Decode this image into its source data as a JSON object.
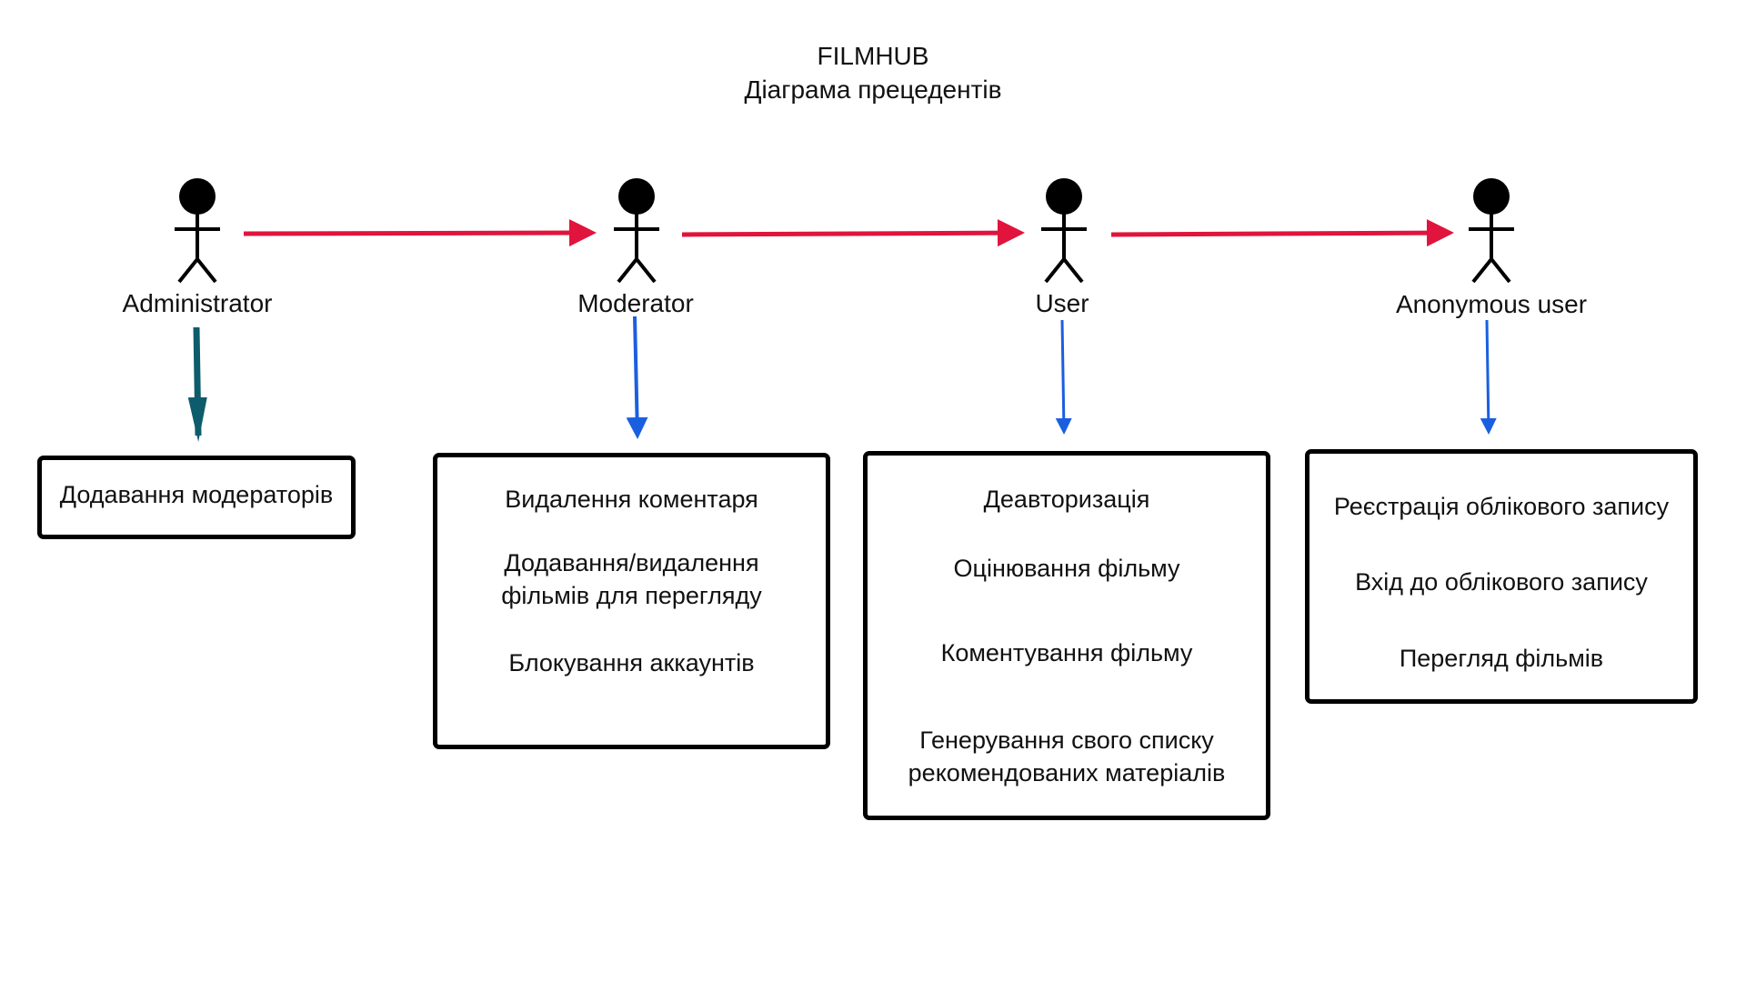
{
  "title": {
    "line1": "FILMHUB",
    "line2": "Діаграма прецедентів"
  },
  "colors": {
    "inheritance_arrow": "#e0143c",
    "admin_arrow": "#0d5c6b",
    "use_arrow": "#1a5fe0",
    "box_border": "#000000",
    "actor": "#000000"
  },
  "actors": [
    {
      "id": "admin",
      "name": "Administrator",
      "use_cases": [
        "Додавання модераторів"
      ]
    },
    {
      "id": "mod",
      "name": "Moderator",
      "use_cases": [
        "Видалення коментаря",
        "Додавання/видалення\n фільмів для перегляду",
        "Блокування аккаунтів"
      ]
    },
    {
      "id": "user",
      "name": "User",
      "use_cases": [
        "Деавторизація",
        "Оцінювання фільму",
        "Коментування фільму",
        "Генерування свого списку\nрекомендованих матеріалів"
      ]
    },
    {
      "id": "anon",
      "name": "Anonymous user",
      "use_cases": [
        "Реєстрація облікового запису",
        "Вхід до облікового запису",
        "Перегляд фільмів"
      ]
    }
  ]
}
